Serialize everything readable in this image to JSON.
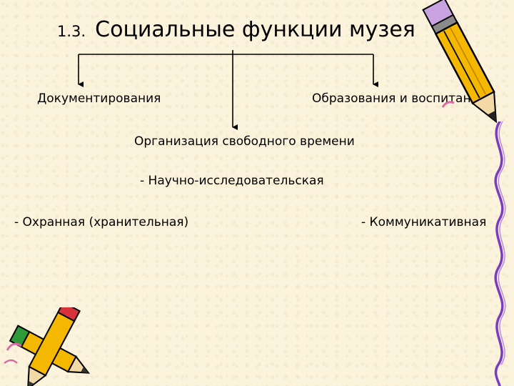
{
  "title": {
    "number": "1.3.",
    "text": "Социальные функции музея"
  },
  "functions": {
    "documenting": "Документирования",
    "education": "Образования и воспитания",
    "leisure": "Организация свободного времени",
    "research": "- Научно-исследовательская",
    "protective": "- Охранная (хранительная)",
    "communicative": "- Коммуникативная"
  },
  "icons": {
    "pencil_right": "pencil-icon",
    "pencils_bottom_left": "crossed-pencils-icon",
    "squiggle": "decorative-squiggle"
  },
  "colors": {
    "background": "#fbf3dc",
    "pencil_body": "#f5b800",
    "pencil_outline": "#000000",
    "accent_pink": "#d96aa6",
    "squiggle": "#7a3cc0"
  }
}
